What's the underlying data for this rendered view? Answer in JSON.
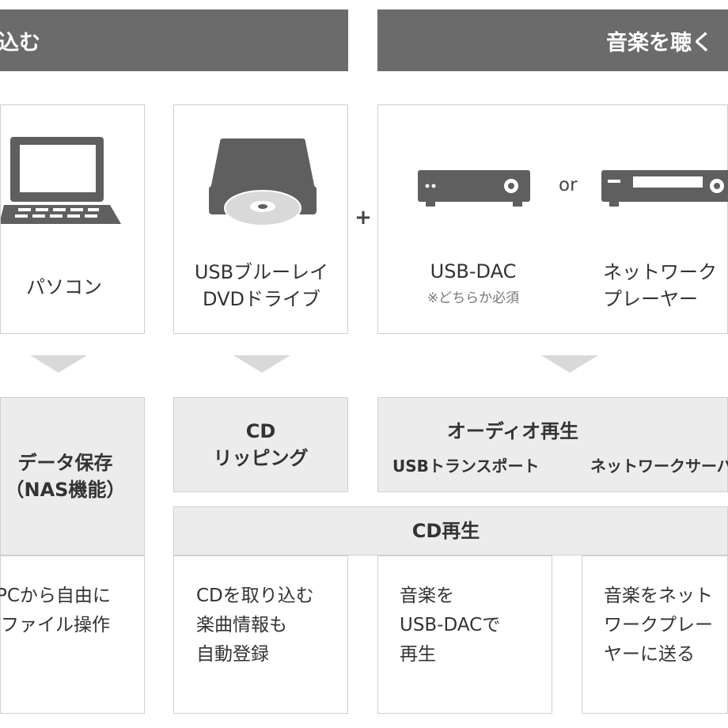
{
  "headers": {
    "left": "込む",
    "right": "音楽を聴く"
  },
  "devices": {
    "pc_label": "パソコン",
    "drive_label_lines": [
      "USBブルーレイ",
      "DVDドライブ"
    ],
    "usbdac_label": "USB-DAC",
    "usbdac_note": "※どちらか必須",
    "or_text": "or",
    "netplayer_label_lines": [
      "ネットワーク",
      "プレーヤー"
    ],
    "plus_sign": "+"
  },
  "features": {
    "data_storage_lines": [
      "データ保存",
      "（NAS機能）"
    ],
    "cd_ripping_lines": [
      "CD",
      "リッピング"
    ],
    "audio_playback_title": "オーディオ再生",
    "usb_transport": "USBトランスポート",
    "network_server": "ネットワークサーバ",
    "cd_playback": "CD再生"
  },
  "descriptions": {
    "pc": [
      "PCから自由に",
      "ファイル操作"
    ],
    "ripping": [
      "CDを取り込む",
      "楽曲情報も",
      "自動登録"
    ],
    "usbdac": [
      "音楽を",
      "USB-DACで",
      "再生"
    ],
    "network": [
      "音楽をネット",
      "ワークプレー",
      "ヤーに送る"
    ]
  },
  "colors": {
    "header_bg": "#6b6b6b",
    "box_bg": "#ececec",
    "border": "#cfcfcf",
    "icon": "#5f5f5f",
    "arrow": "#d9d9d9"
  }
}
